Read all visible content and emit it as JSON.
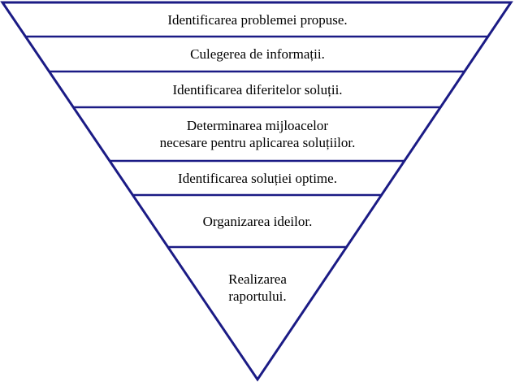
{
  "diagram": {
    "type": "inverted-pyramid",
    "line_color": "#1b1b85",
    "text_color": "#000000",
    "background_color": "#ffffff",
    "levels": [
      {
        "label": "Identificarea problemei propuse."
      },
      {
        "label": "Culegerea de informații."
      },
      {
        "label": "Identificarea diferitelor soluții."
      },
      {
        "label": "Determinarea mijloacelor\nnecesare pentru aplicarea soluțiilor."
      },
      {
        "label": "Identificarea soluției optime."
      },
      {
        "label": "Organizarea ideilor."
      },
      {
        "label": "Realizarea\nraportului."
      }
    ]
  }
}
